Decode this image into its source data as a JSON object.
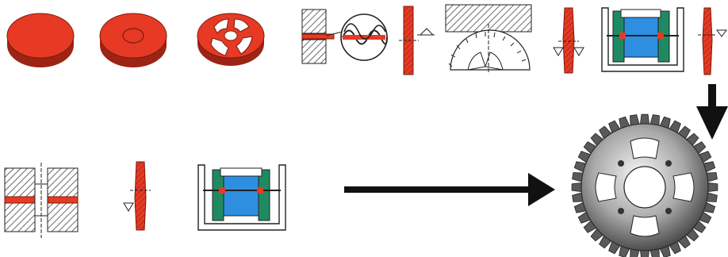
{
  "diagram": {
    "colors": {
      "workpiece_red": "#e63a24",
      "workpiece_red_dark": "#b02a18",
      "tool_hatch": "#444444",
      "clamp_blue": "#2e8fe0",
      "clamp_green": "#1f8a62",
      "arrow": "#111111",
      "steel_light": "#d6d6d6",
      "steel_dark": "#3a3a3a"
    },
    "stages": [
      {
        "name": "blank-disc",
        "icon": "red-disc-icon"
      },
      {
        "name": "disc-with-center-mark",
        "icon": "red-disc-marked-icon"
      },
      {
        "name": "disc-with-cutouts",
        "icon": "red-disc-cutouts-icon"
      },
      {
        "name": "punching-die-with-detail",
        "icon": "punching-die-icon"
      },
      {
        "name": "section-view-1",
        "icon": "section-view-icon"
      },
      {
        "name": "gear-hobbing",
        "icon": "hob-cutter-icon"
      },
      {
        "name": "section-view-2",
        "icon": "section-view-icon"
      },
      {
        "name": "fixture-blue-green",
        "icon": "fixture-icon"
      },
      {
        "name": "section-view-3",
        "icon": "section-view-icon"
      },
      {
        "name": "die-pair",
        "icon": "die-pair-icon"
      },
      {
        "name": "section-view-4",
        "icon": "section-view-icon"
      },
      {
        "name": "fixture-blue-green-2",
        "icon": "fixture-icon"
      },
      {
        "name": "finished-sprocket",
        "icon": "sprocket-icon"
      }
    ],
    "arrows": [
      {
        "name": "down-arrow",
        "icon": "arrow-down-icon"
      },
      {
        "name": "right-arrow",
        "icon": "arrow-right-icon"
      }
    ]
  }
}
